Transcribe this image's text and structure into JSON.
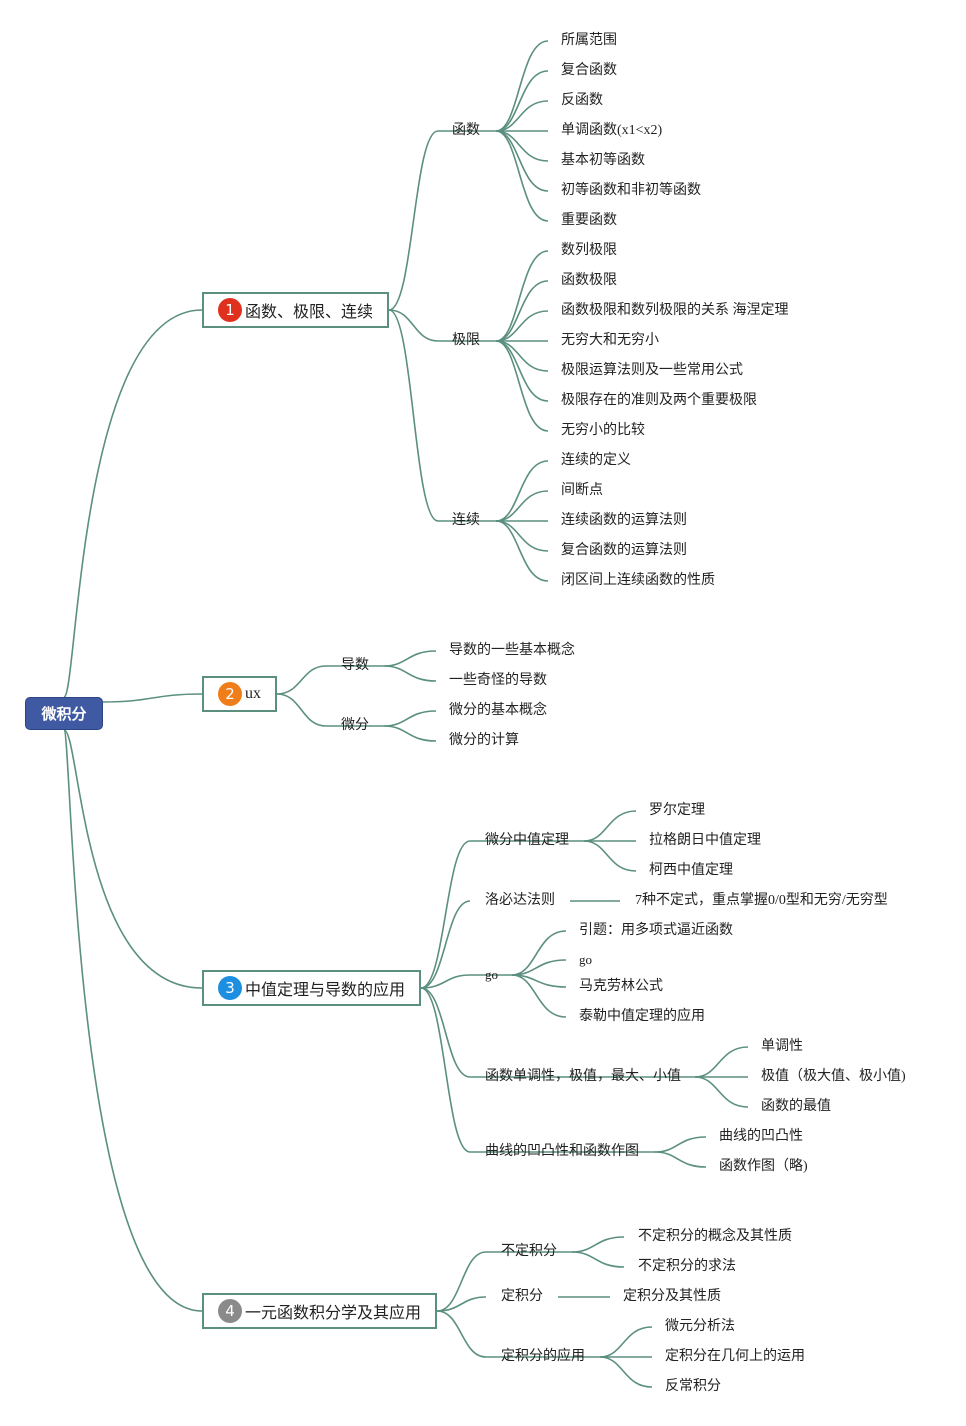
{
  "root": {
    "label": "微积分",
    "color": "#3f5aa3"
  },
  "line_color": "#5b8f80",
  "branches": [
    {
      "number": "1",
      "badge_color": "#e0311f",
      "label": "函数、极限、连续",
      "topics": [
        {
          "label": "函数",
          "items": [
            "所属范围",
            "复合函数",
            "反函数",
            "单调函数(x1<x2)",
            "基本初等函数",
            "初等函数和非初等函数",
            "重要函数"
          ]
        },
        {
          "label": "极限",
          "items": [
            "数列极限",
            "函数极限",
            "函数极限和数列极限的关系 海涅定理",
            "无穷大和无穷小",
            "极限运算法则及一些常用公式",
            "极限存在的准则及两个重要极限",
            "无穷小的比较"
          ]
        },
        {
          "label": "连续",
          "items": [
            "连续的定义",
            "间断点",
            "连续函数的运算法则",
            "复合函数的运算法则",
            "闭区间上连续函数的性质"
          ]
        }
      ]
    },
    {
      "number": "2",
      "badge_color": "#ef7d1a",
      "label": "ux",
      "topics": [
        {
          "label": "导数",
          "items": [
            "导数的一些基本概念",
            "一些奇怪的导数"
          ]
        },
        {
          "label": "微分",
          "items": [
            "微分的基本概念",
            "微分的计算"
          ]
        }
      ]
    },
    {
      "number": "3",
      "badge_color": "#1d8fe0",
      "label": "中值定理与导数的应用",
      "topics": [
        {
          "label": "微分中值定理",
          "items": [
            "罗尔定理",
            "拉格朗日中值定理",
            "柯西中值定理"
          ]
        },
        {
          "label": "洛必达法则",
          "items": [
            "7种不定式，重点掌握0/0型和无穷/无穷型"
          ]
        },
        {
          "label": "go",
          "items": [
            "引题：用多项式逼近函数",
            "go",
            "马克劳林公式",
            "泰勒中值定理的应用"
          ]
        },
        {
          "label": "函数单调性，极值，最大、小值",
          "items": [
            "单调性",
            "极值（极大值、极小值)",
            "函数的最值"
          ]
        },
        {
          "label": "曲线的凹凸性和函数作图",
          "items": [
            "曲线的凹凸性",
            "函数作图（略)"
          ]
        }
      ]
    },
    {
      "number": "4",
      "badge_color": "#8a8a8a",
      "label": "一元函数积分学及其应用",
      "topics": [
        {
          "label": "不定积分",
          "items": [
            "不定积分的概念及其性质",
            "不定积分的求法"
          ]
        },
        {
          "label": "定积分",
          "items": [
            "定积分及其性质"
          ]
        },
        {
          "label": "定积分的应用",
          "items": [
            "微元分析法",
            "定积分在几何上的运用",
            "反常积分"
          ]
        }
      ]
    }
  ]
}
